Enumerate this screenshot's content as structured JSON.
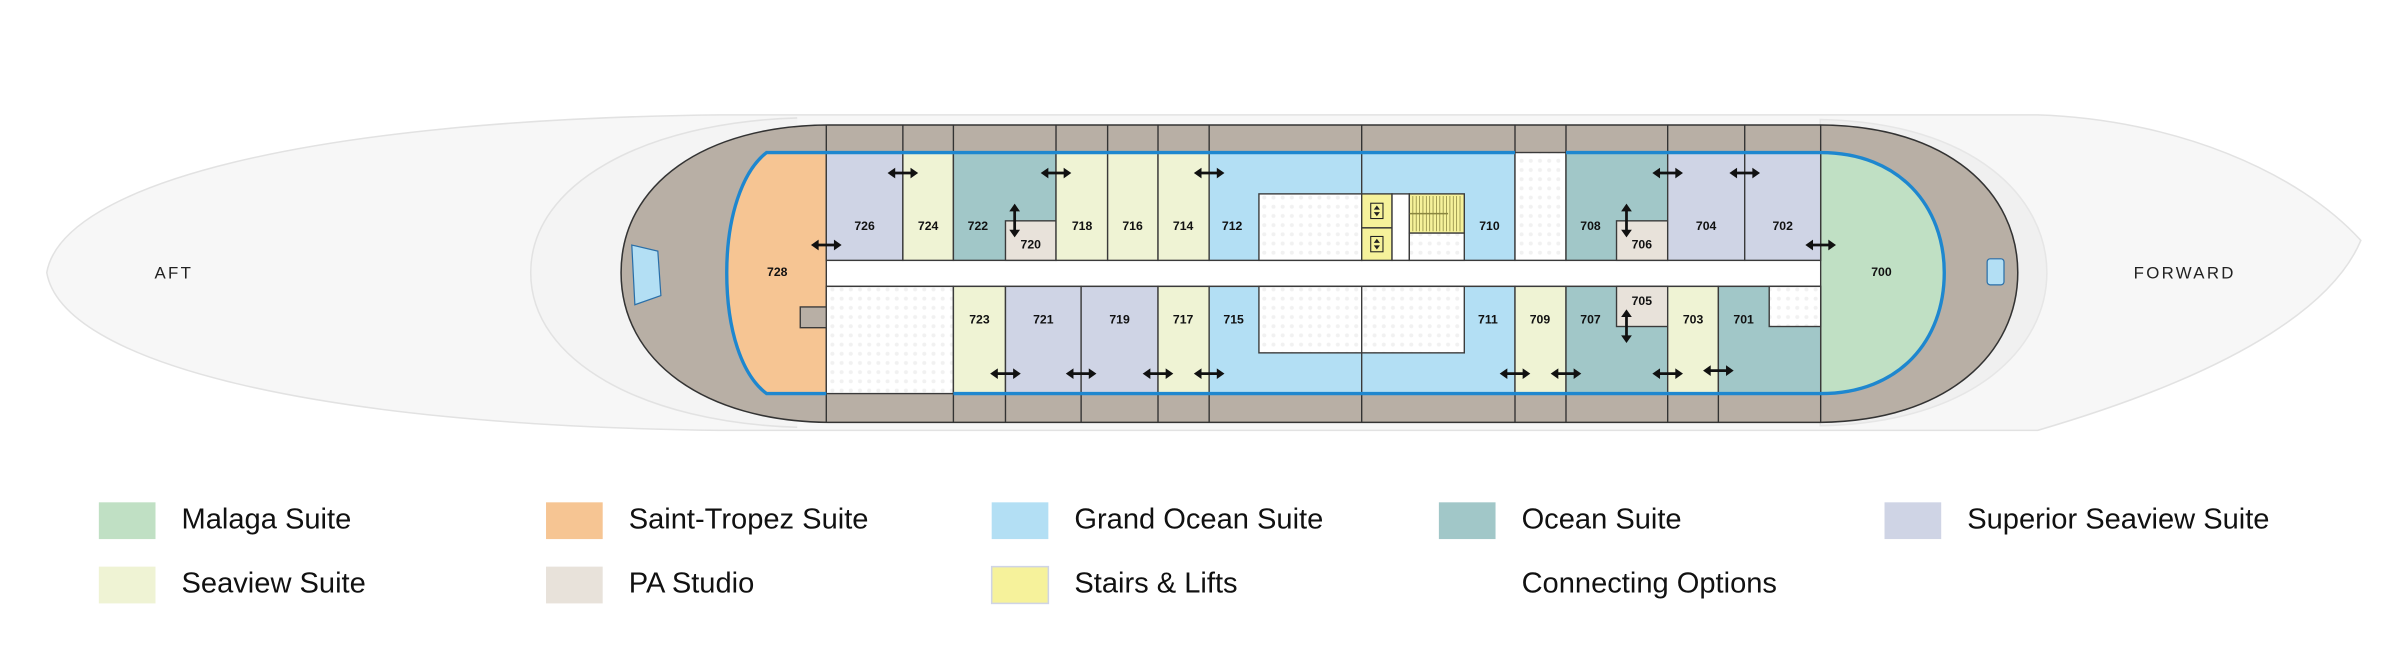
{
  "deck": {
    "aft_label": "AFT",
    "forward_label": "FORWARD"
  },
  "colors": {
    "malaga": "#c0e0c4",
    "saint_tropez": "#f6c593",
    "grand_ocean": "#b3dff4",
    "ocean": "#a1c7c8",
    "superior_seaview": "#cfd4e5",
    "seaview": "#eff3d4",
    "pa_studio": "#e8e2da",
    "stairs_lifts": "#f6f29b",
    "deck": "#b8afa5",
    "outline": "#1e87cf"
  },
  "cabins": [
    {
      "number": "700",
      "category": "malaga"
    },
    {
      "number": "728",
      "category": "saint_tropez"
    },
    {
      "number": "726",
      "category": "superior_seaview"
    },
    {
      "number": "724",
      "category": "seaview"
    },
    {
      "number": "722",
      "category": "ocean"
    },
    {
      "number": "720",
      "category": "pa_studio"
    },
    {
      "number": "718",
      "category": "seaview"
    },
    {
      "number": "716",
      "category": "seaview"
    },
    {
      "number": "714",
      "category": "seaview"
    },
    {
      "number": "712",
      "category": "grand_ocean"
    },
    {
      "number": "710",
      "category": "grand_ocean"
    },
    {
      "number": "708",
      "category": "ocean"
    },
    {
      "number": "706",
      "category": "pa_studio"
    },
    {
      "number": "704",
      "category": "superior_seaview"
    },
    {
      "number": "702",
      "category": "superior_seaview"
    },
    {
      "number": "723",
      "category": "seaview"
    },
    {
      "number": "721",
      "category": "superior_seaview"
    },
    {
      "number": "719",
      "category": "superior_seaview"
    },
    {
      "number": "717",
      "category": "seaview"
    },
    {
      "number": "715",
      "category": "grand_ocean"
    },
    {
      "number": "711",
      "category": "grand_ocean"
    },
    {
      "number": "709",
      "category": "seaview"
    },
    {
      "number": "707",
      "category": "ocean"
    },
    {
      "number": "705",
      "category": "pa_studio"
    },
    {
      "number": "703",
      "category": "seaview"
    },
    {
      "number": "701",
      "category": "ocean"
    }
  ],
  "legend": [
    {
      "label": "Malaga Suite",
      "category": "malaga"
    },
    {
      "label": "Saint-Tropez Suite",
      "category": "saint_tropez"
    },
    {
      "label": "Grand Ocean Suite",
      "category": "grand_ocean"
    },
    {
      "label": "Ocean Suite",
      "category": "ocean"
    },
    {
      "label": "Superior Seaview Suite",
      "category": "superior_seaview"
    },
    {
      "label": "Seaview Suite",
      "category": "seaview"
    },
    {
      "label": "PA Studio",
      "category": "pa_studio"
    },
    {
      "label": "Stairs & Lifts",
      "category": "stairs_lifts"
    },
    {
      "label": "Connecting Options",
      "category": null
    }
  ]
}
